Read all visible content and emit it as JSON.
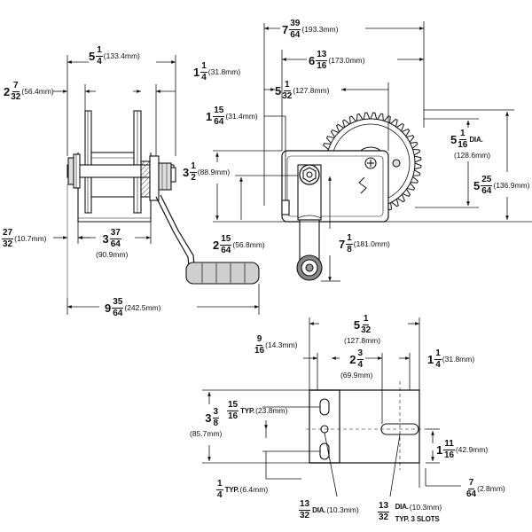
{
  "dimensions": {
    "d_5_1_4": {
      "whole": "5",
      "num": "1",
      "den": "4",
      "mm": "(133.4mm)"
    },
    "d_2_7_32": {
      "whole": "2",
      "num": "7",
      "den": "32",
      "mm": "(56.4mm)"
    },
    "d_1_1_4_top": {
      "whole": "1",
      "num": "1",
      "den": "4",
      "mm": "(31.8mm)"
    },
    "d_27_32": {
      "whole": "",
      "num": "27",
      "den": "32",
      "mm": "(10.7mm)"
    },
    "d_3_37_64": {
      "whole": "3",
      "num": "37",
      "den": "64",
      "mm": "(90.9mm)"
    },
    "d_9_35_64": {
      "whole": "9",
      "num": "35",
      "den": "64",
      "mm": "(242.5mm)"
    },
    "d_7_39_64": {
      "whole": "7",
      "num": "39",
      "den": "64",
      "mm": "(193.3mm)"
    },
    "d_6_13_16": {
      "whole": "6",
      "num": "13",
      "den": "16",
      "mm": "(173.0mm)"
    },
    "d_5_1_32_top": {
      "whole": "5",
      "num": "1",
      "den": "32",
      "mm": "(127.8mm)"
    },
    "d_1_15_64": {
      "whole": "1",
      "num": "15",
      "den": "64",
      "mm": "(31.4mm)"
    },
    "d_3_1_2": {
      "whole": "3",
      "num": "1",
      "den": "2",
      "mm": "(88.9mm)"
    },
    "d_2_15_64": {
      "whole": "2",
      "num": "15",
      "den": "64",
      "mm": "(56.8mm)"
    },
    "d_7_1_8": {
      "whole": "7",
      "num": "1",
      "den": "8",
      "mm": "(181.0mm)"
    },
    "d_5_1_16_dia": {
      "whole": "5",
      "num": "1",
      "den": "16",
      "suffix": "DIA.",
      "mm": "(128.6mm)"
    },
    "d_5_25_64": {
      "whole": "5",
      "num": "25",
      "den": "64",
      "mm": "(136.9mm)"
    },
    "d_5_1_32_bot": {
      "whole": "5",
      "num": "1",
      "den": "32",
      "mm": "(127.8mm)"
    },
    "d_9_16": {
      "whole": "",
      "num": "9",
      "den": "16",
      "mm": "(14.3mm)"
    },
    "d_2_3_4": {
      "whole": "2",
      "num": "3",
      "den": "4",
      "mm": "(69.9mm)"
    },
    "d_1_1_4_bot": {
      "whole": "1",
      "num": "1",
      "den": "4",
      "mm": "(31.8mm)"
    },
    "d_3_3_8": {
      "whole": "3",
      "num": "3",
      "den": "8",
      "mm": "(85.7mm)"
    },
    "d_15_16_typ": {
      "whole": "",
      "num": "15",
      "den": "16",
      "suffix": "TYP.",
      "mm": "(23.8mm)"
    },
    "d_1_11_16": {
      "whole": "1",
      "num": "11",
      "den": "16",
      "mm": "(42.9mm)"
    },
    "d_1_4_typ": {
      "whole": "",
      "num": "1",
      "den": "4",
      "suffix": "TYP.",
      "mm": "(6.4mm)"
    },
    "d_7_64": {
      "whole": "",
      "num": "7",
      "den": "64",
      "mm": "(2.8mm)"
    },
    "d_13_32_dia": {
      "whole": "",
      "num": "13",
      "den": "32",
      "suffix": "DIA.",
      "mm": "(10.3mm)"
    },
    "d_13_32_slots": {
      "whole": "",
      "num": "13",
      "den": "32",
      "suffix": "DIA.",
      "mm": "(10.3mm)",
      "suffix2": "TYP. 3 SLOTS"
    }
  }
}
